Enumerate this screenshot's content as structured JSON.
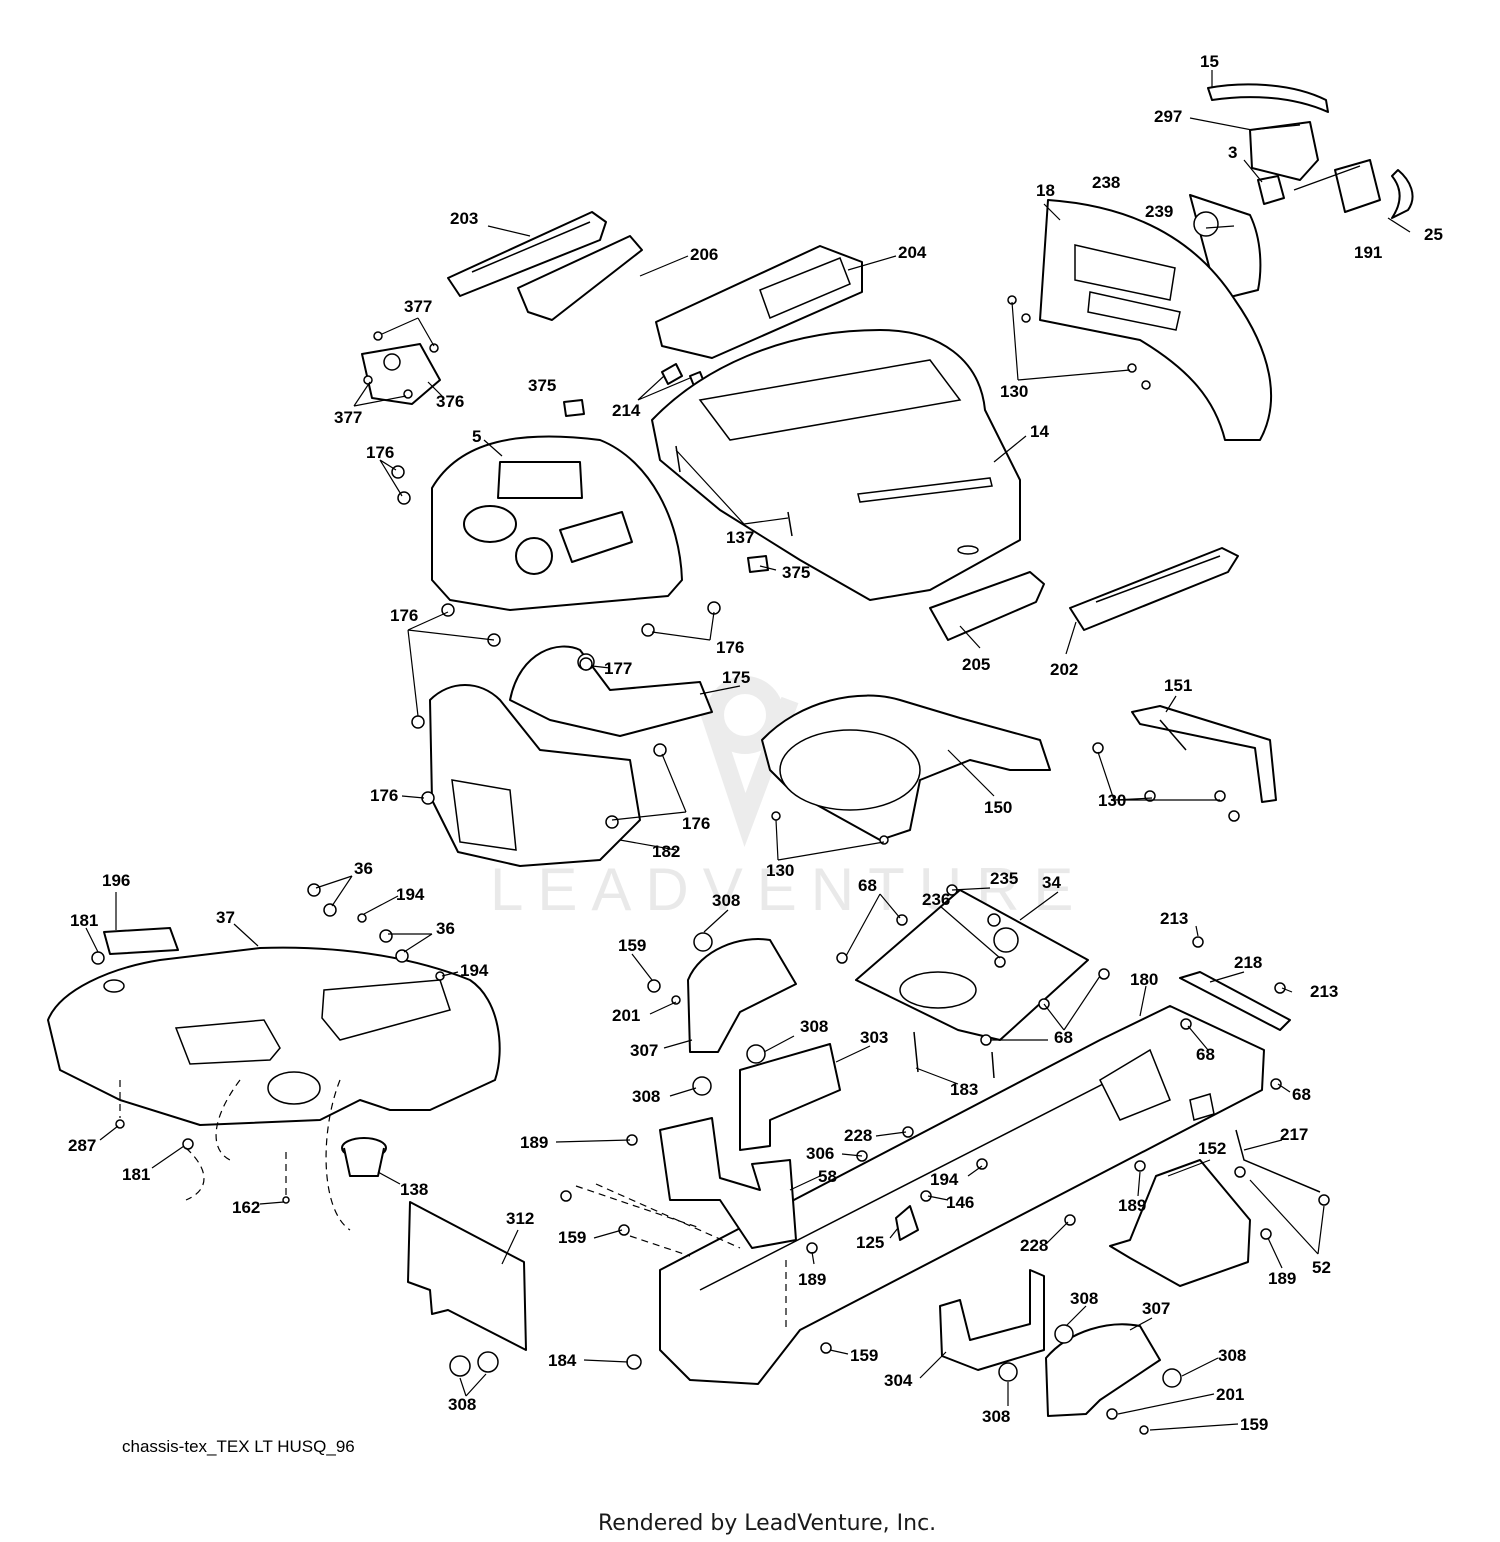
{
  "diagram": {
    "caption": "chassis-tex_TEX LT HUSQ_96",
    "footer": "Rendered by LeadVenture, Inc.",
    "watermark": "LEADVENTURE"
  },
  "callouts": [
    {
      "id": "c15",
      "label": "15"
    },
    {
      "id": "c297",
      "label": "297"
    },
    {
      "id": "c3",
      "label": "3"
    },
    {
      "id": "c238",
      "label": "238"
    },
    {
      "id": "c239",
      "label": "239"
    },
    {
      "id": "c191",
      "label": "191"
    },
    {
      "id": "c25",
      "label": "25"
    },
    {
      "id": "c18",
      "label": "18"
    },
    {
      "id": "c203",
      "label": "203"
    },
    {
      "id": "c206",
      "label": "206"
    },
    {
      "id": "c204",
      "label": "204"
    },
    {
      "id": "c377a",
      "label": "377"
    },
    {
      "id": "c377b",
      "label": "377"
    },
    {
      "id": "c376",
      "label": "376"
    },
    {
      "id": "c375a",
      "label": "375"
    },
    {
      "id": "c214",
      "label": "214"
    },
    {
      "id": "c130a",
      "label": "130"
    },
    {
      "id": "c14",
      "label": "14"
    },
    {
      "id": "c5",
      "label": "5"
    },
    {
      "id": "c176a",
      "label": "176"
    },
    {
      "id": "c137",
      "label": "137"
    },
    {
      "id": "c375b",
      "label": "375"
    },
    {
      "id": "c176b",
      "label": "176"
    },
    {
      "id": "c176c",
      "label": "176"
    },
    {
      "id": "c177",
      "label": "177"
    },
    {
      "id": "c175",
      "label": "175"
    },
    {
      "id": "c205",
      "label": "205"
    },
    {
      "id": "c202",
      "label": "202"
    },
    {
      "id": "c151",
      "label": "151"
    },
    {
      "id": "c176d",
      "label": "176"
    },
    {
      "id": "c176e",
      "label": "176"
    },
    {
      "id": "c182",
      "label": "182"
    },
    {
      "id": "c150",
      "label": "150"
    },
    {
      "id": "c130b",
      "label": "130"
    },
    {
      "id": "c130c",
      "label": "130"
    },
    {
      "id": "c196",
      "label": "196"
    },
    {
      "id": "c36a",
      "label": "36"
    },
    {
      "id": "c194a",
      "label": "194"
    },
    {
      "id": "c181a",
      "label": "181"
    },
    {
      "id": "c37",
      "label": "37"
    },
    {
      "id": "c36b",
      "label": "36"
    },
    {
      "id": "c194b",
      "label": "194"
    },
    {
      "id": "c68a",
      "label": "68"
    },
    {
      "id": "c235",
      "label": "235"
    },
    {
      "id": "c34",
      "label": "34"
    },
    {
      "id": "c236",
      "label": "236"
    },
    {
      "id": "c308a",
      "label": "308"
    },
    {
      "id": "c159a",
      "label": "159"
    },
    {
      "id": "c213a",
      "label": "213"
    },
    {
      "id": "c218",
      "label": "218"
    },
    {
      "id": "c213b",
      "label": "213"
    },
    {
      "id": "c180",
      "label": "180"
    },
    {
      "id": "c201a",
      "label": "201"
    },
    {
      "id": "c307a",
      "label": "307"
    },
    {
      "id": "c308b",
      "label": "308"
    },
    {
      "id": "c303",
      "label": "303"
    },
    {
      "id": "c68b",
      "label": "68"
    },
    {
      "id": "c68c",
      "label": "68"
    },
    {
      "id": "c183",
      "label": "183"
    },
    {
      "id": "c68d",
      "label": "68"
    },
    {
      "id": "c308c",
      "label": "308"
    },
    {
      "id": "c287",
      "label": "287"
    },
    {
      "id": "c181b",
      "label": "181"
    },
    {
      "id": "c138",
      "label": "138"
    },
    {
      "id": "c162",
      "label": "162"
    },
    {
      "id": "c189a",
      "label": "189"
    },
    {
      "id": "c228a",
      "label": "228"
    },
    {
      "id": "c306",
      "label": "306"
    },
    {
      "id": "c58",
      "label": "58"
    },
    {
      "id": "c194c",
      "label": "194"
    },
    {
      "id": "c146",
      "label": "146"
    },
    {
      "id": "c217",
      "label": "217"
    },
    {
      "id": "c152",
      "label": "152"
    },
    {
      "id": "c189b",
      "label": "189"
    },
    {
      "id": "c312",
      "label": "312"
    },
    {
      "id": "c159b",
      "label": "159"
    },
    {
      "id": "c125",
      "label": "125"
    },
    {
      "id": "c228b",
      "label": "228"
    },
    {
      "id": "c189c",
      "label": "189"
    },
    {
      "id": "c189d",
      "label": "189"
    },
    {
      "id": "c52",
      "label": "52"
    },
    {
      "id": "c308d",
      "label": "308"
    },
    {
      "id": "c307b",
      "label": "307"
    },
    {
      "id": "c184",
      "label": "184"
    },
    {
      "id": "c159c",
      "label": "159"
    },
    {
      "id": "c304",
      "label": "304"
    },
    {
      "id": "c308e",
      "label": "308"
    },
    {
      "id": "c201b",
      "label": "201"
    },
    {
      "id": "c308f",
      "label": "308"
    },
    {
      "id": "c308g",
      "label": "308"
    },
    {
      "id": "c159d",
      "label": "159"
    }
  ]
}
